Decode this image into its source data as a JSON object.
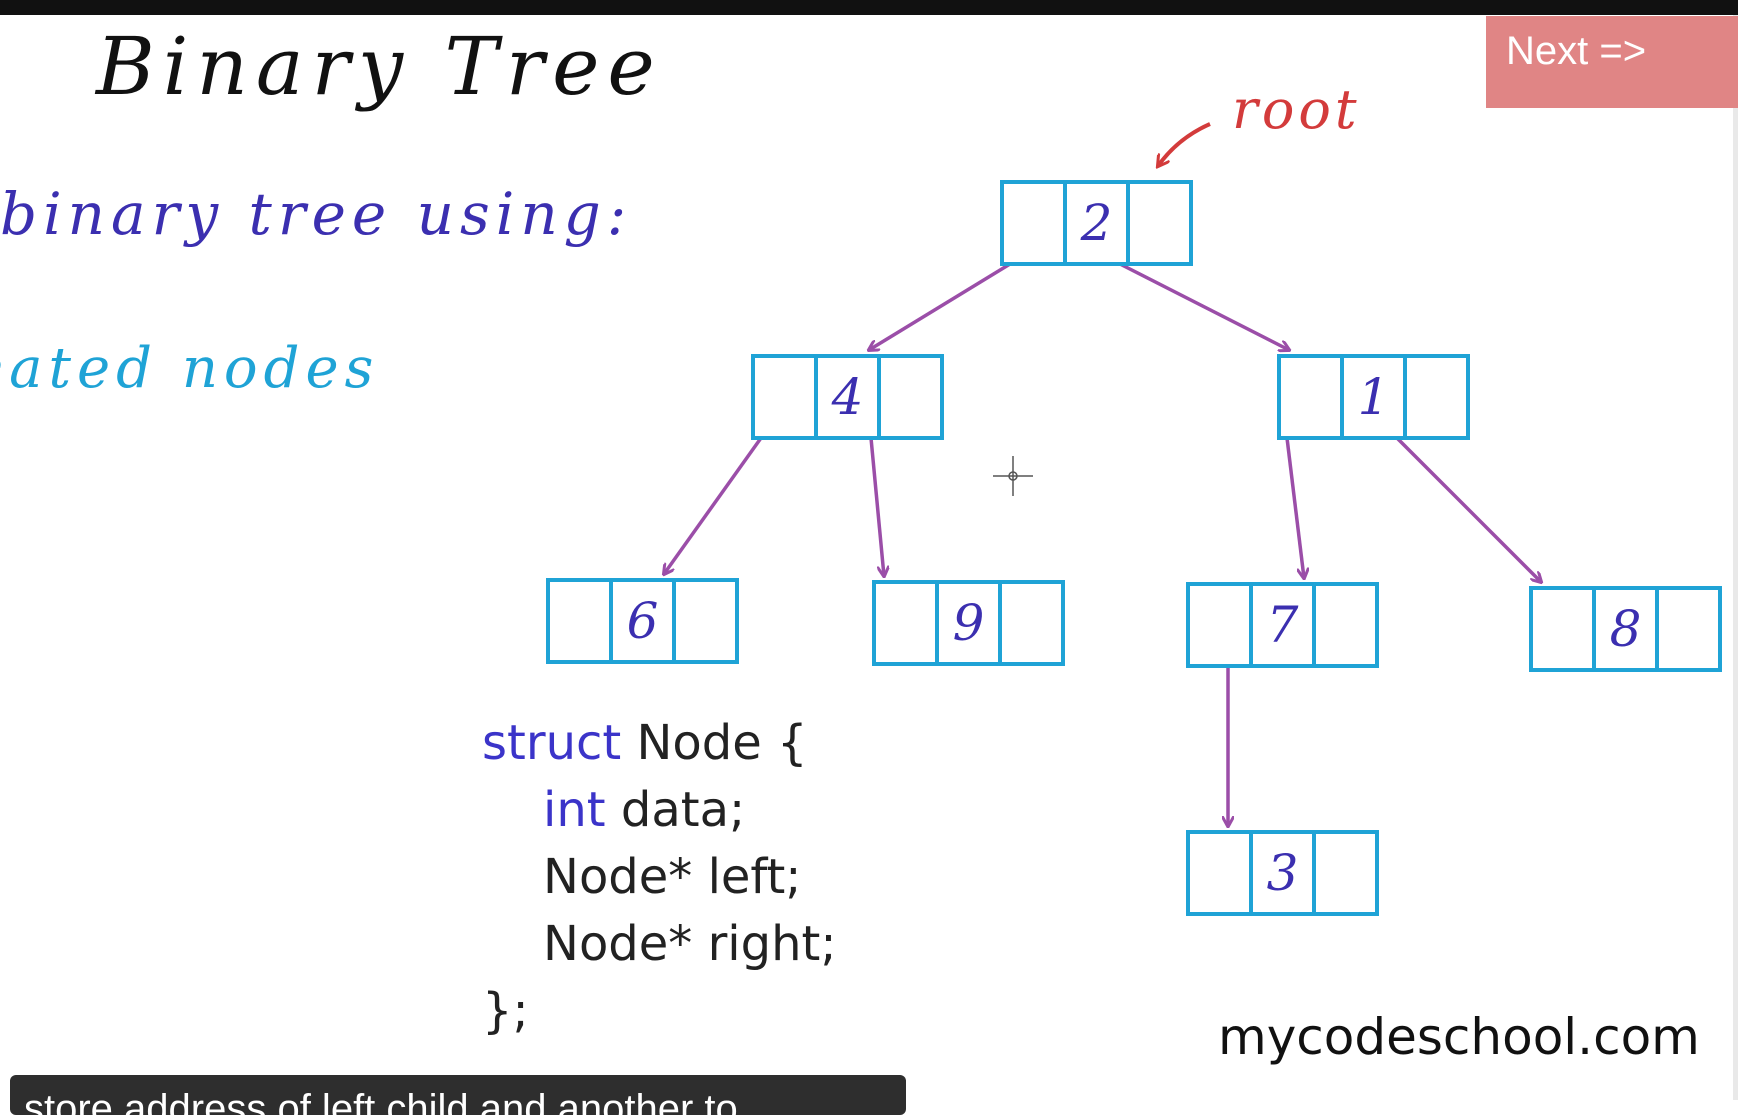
{
  "slide": {
    "title": "Binary Tree",
    "subtitle_line1": "binary tree using:",
    "subtitle_line2": "eated nodes",
    "root_label": "root",
    "website": "mycodeschool.com"
  },
  "next_button": {
    "label": "Next =>"
  },
  "code": {
    "line1_keyword": "struct",
    "line1_rest": " Node {",
    "line2_indent": "    ",
    "line2_keyword": "int",
    "line2_rest": " data;",
    "line3": "    Node* left;",
    "line4": "    Node* right;",
    "line5": "};"
  },
  "tree": {
    "nodes": [
      {
        "id": "n2",
        "value": "2"
      },
      {
        "id": "n4",
        "value": "4"
      },
      {
        "id": "n1",
        "value": "1"
      },
      {
        "id": "n6",
        "value": "6"
      },
      {
        "id": "n9",
        "value": "9"
      },
      {
        "id": "n7",
        "value": "7"
      },
      {
        "id": "n8",
        "value": "8"
      },
      {
        "id": "n3",
        "value": "3"
      }
    ],
    "edges": [
      [
        "n2",
        "n4"
      ],
      [
        "n2",
        "n1"
      ],
      [
        "n4",
        "n6"
      ],
      [
        "n4",
        "n9"
      ],
      [
        "n1",
        "n7"
      ],
      [
        "n1",
        "n8"
      ],
      [
        "n7",
        "n3"
      ]
    ]
  },
  "caption": {
    "text": "store address of left child and another to"
  },
  "colors": {
    "node_border": "#1fa3d6",
    "node_value": "#3b2fb0",
    "arrow": "#9b4ea8",
    "root_arrow": "#d33b3b",
    "next_button": "#e08585"
  }
}
